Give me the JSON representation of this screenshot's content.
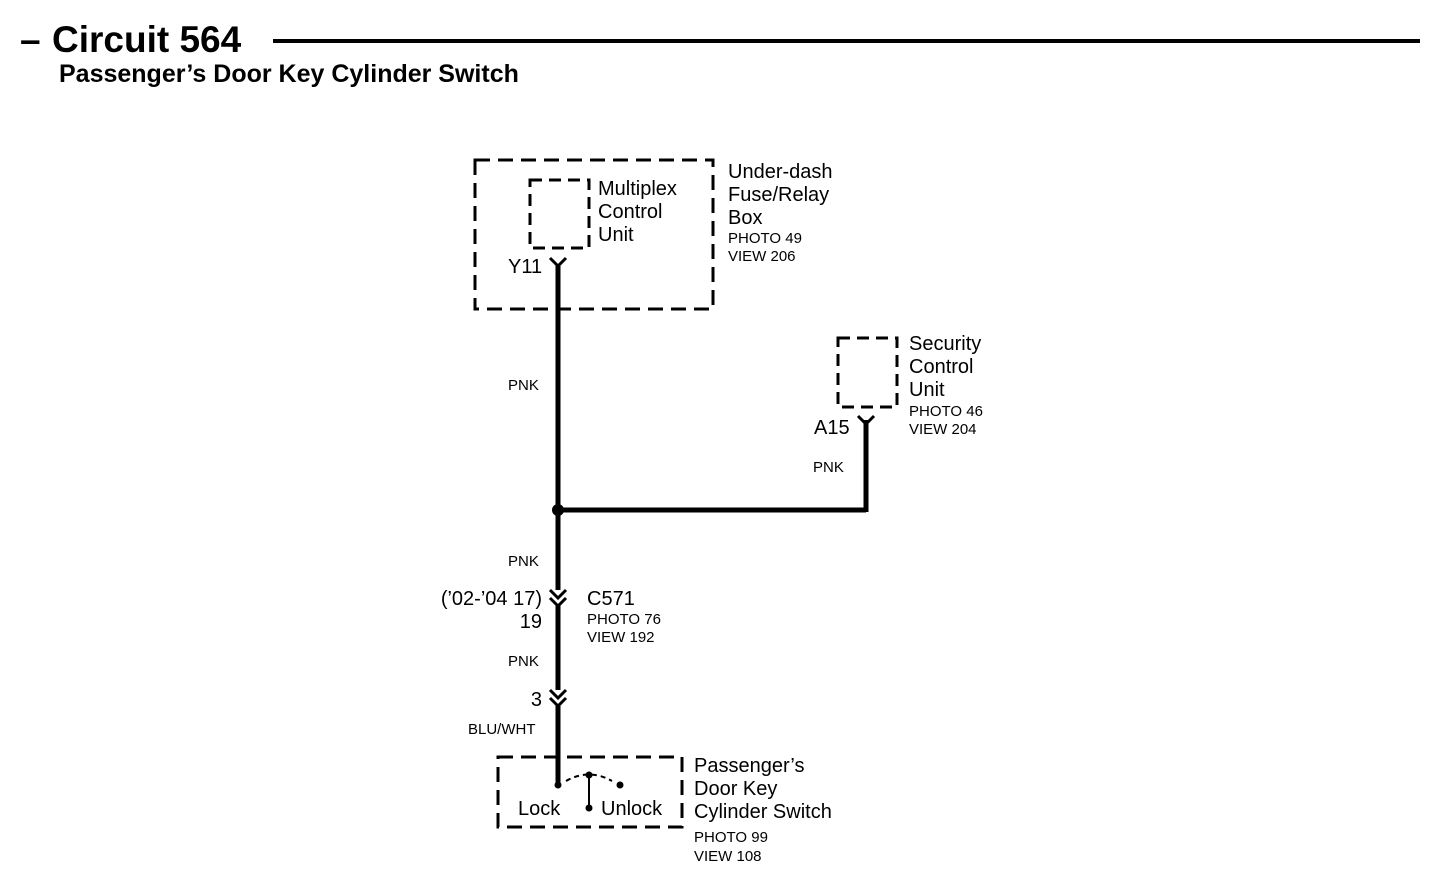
{
  "header": {
    "dash": "–",
    "title": "Circuit 564",
    "subtitle": "Passenger’s Door Key Cylinder Switch"
  },
  "components": {
    "fuse_box": {
      "name_line1": "Under-dash",
      "name_line2": "Fuse/Relay",
      "name_line3": "Box",
      "photo": "PHOTO 49",
      "view": "VIEW 206"
    },
    "multiplex": {
      "line1": "Multiplex",
      "line2": "Control",
      "line3": "Unit",
      "pin": "Y11"
    },
    "security": {
      "line1": "Security",
      "line2": "Control",
      "line3": "Unit",
      "photo": "PHOTO 46",
      "view": "VIEW 204",
      "pin": "A15"
    },
    "connector_c571": {
      "name": "C571",
      "photo": "PHOTO 76",
      "view": "VIEW 192",
      "note": "(’02-’04 17)",
      "pin": "19"
    },
    "switch": {
      "line1": "Passenger’s",
      "line2": "Door Key",
      "line3": "Cylinder Switch",
      "photo": "PHOTO 99",
      "view": "VIEW 108",
      "lock": "Lock",
      "unlock": "Unlock",
      "pin": "3"
    }
  },
  "wires": {
    "w1": "PNK",
    "w2": "PNK",
    "w3": "PNK",
    "w4": "PNK",
    "w5": "BLU/WHT"
  }
}
